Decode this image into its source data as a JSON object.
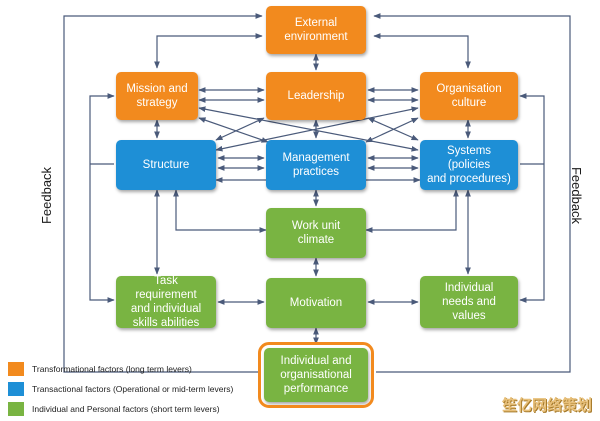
{
  "nodes": {
    "external_environment": "External\nenvironment",
    "mission_strategy": "Mission and\nstrategy",
    "leadership": "Leadership",
    "organisation_culture": "Organisation\nculture",
    "structure": "Structure",
    "management_practices": "Management\npractices",
    "systems": "Systems (policies\nand procedures)",
    "work_unit_climate": "Work unit\nclimate",
    "task_requirement": "Task requirement\nand individual\nskills abilities",
    "motivation": "Motivation",
    "individual_needs": "Individual\nneeds and\nvalues",
    "individual_performance": "Individual and\norganisational\nperformance"
  },
  "side_labels": {
    "left": "Feedback",
    "right": "Feedback"
  },
  "legend": [
    {
      "label": "Transformational factors (long term levers)",
      "color": "#f28a1e"
    },
    {
      "label": "Transactional factors (Operational or mid-term levers)",
      "color": "#1e8fd6"
    },
    {
      "label": "Individual and Personal factors (short term levers)",
      "color": "#79b442"
    }
  ],
  "watermark": "笙亿网络策划",
  "colors": {
    "orange": "#f28a1e",
    "blue": "#1e8fd6",
    "green": "#79b442",
    "arrow": "#4a5a7a"
  }
}
